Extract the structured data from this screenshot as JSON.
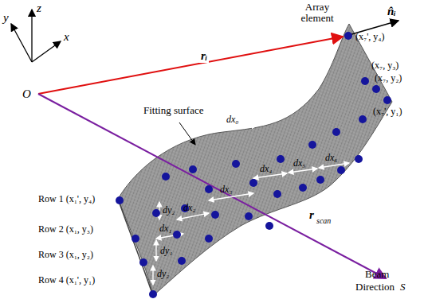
{
  "diagram": {
    "labels": [
      "y",
      "z",
      "x",
      "O",
      "Array element",
      "n̂ᵢ",
      "rᵢ",
      "(x₇', y₄)",
      "(x₇, y₃)",
      "(x₇, y₂)",
      "(x₇', y₁)",
      "Fitting surface",
      "dx₀",
      "dx₄",
      "dx₅",
      "dx₆",
      "dx₃",
      "dx₂",
      "dx₁",
      "dy₂",
      "dy₁",
      "dy₂",
      "Row 1 (x₁', y₄)",
      "Row 2 (x₁, y₃)",
      "Row 3 (x₁, y₂)",
      "Row 4 (x₁', y₁)",
      "r",
      "scan",
      "Beam",
      "Direction",
      "S"
    ]
  }
}
